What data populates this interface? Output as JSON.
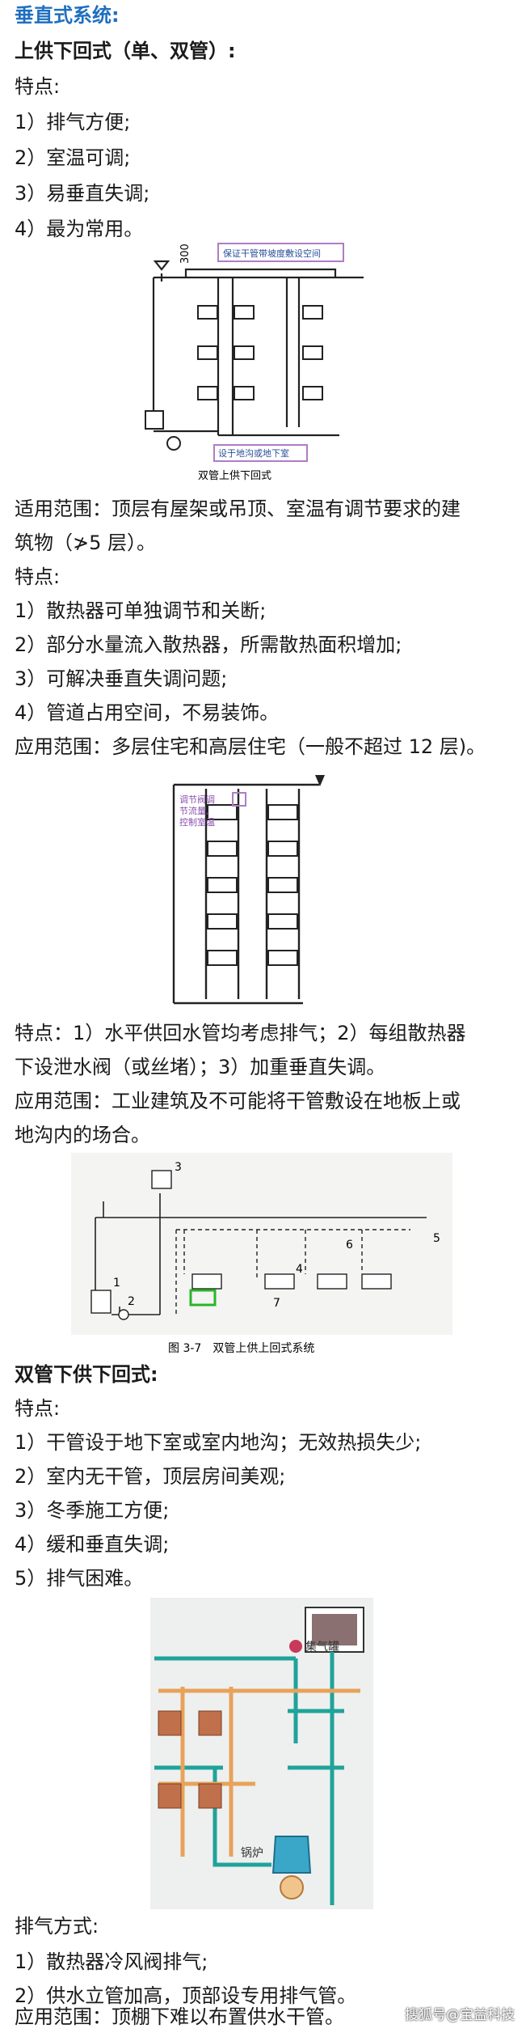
{
  "heading": "垂直式系统:",
  "section1": {
    "title": "上供下回式（单、双管）:",
    "features_label": "特点:",
    "features": [
      "1）排气方便;",
      "2）室温可调;",
      "3）易垂直失调;",
      "4）最为常用。"
    ],
    "figure1": {
      "note_top": "保证干管带坡度敷设空间",
      "note_bottom": "设于地沟或地下室",
      "dim": "300",
      "caption": "双管上供下回式"
    },
    "scope1": [
      "适用范围：顶层有屋架或吊顶、室温有调节要求的建",
      "筑物（≯5 层）。"
    ],
    "features2_label": "特点:",
    "features2": [
      "1）散热器可单独调节和关断;",
      "2）部分水量流入散热器，所需散热面积增加;",
      "3）可解决垂直失调问题;",
      "4）管道占用空间，不易装饰。"
    ],
    "scope2": "应用范围：多层住宅和高层住宅（一般不超过 12 层)。",
    "figure2": {
      "note": [
        "调节阀调",
        "节流量,",
        "控制室温"
      ]
    },
    "features3": [
      "特点：1）水平供回水管均考虑排气；2）每组散热器",
      "下设泄水阀（或丝堵）；3）加重垂直失调。"
    ],
    "scope3": [
      "应用范围：工业建筑及不可能将干管敷设在地板上或",
      "地沟内的场合。"
    ],
    "figure3": {
      "labels": [
        "1",
        "2",
        "3",
        "4",
        "5",
        "6",
        "7"
      ],
      "caption": "图 3-7　双管上供上回式系统"
    }
  },
  "section2": {
    "title": "双管下供下回式:",
    "features_label": "特点:",
    "features": [
      "1）干管设于地下室或室内地沟；无效热损失少;",
      "2）室内无干管，顶层房间美观;",
      "3）冬季施工方便;",
      "4）缓和垂直失调;",
      "5）排气困难。"
    ],
    "figure4": {
      "label_tank": "集气罐",
      "label_boiler": "锅炉"
    },
    "exhaust_label": "排气方式:",
    "exhaust": [
      "1）散热器冷风阀排气;",
      "2）供水立管加高，顶部设专用排气管。"
    ],
    "scope": "应用范围：顶棚下难以布置供水干管。"
  },
  "watermark": "搜狐号@宝益科技",
  "colors": {
    "heading": "#1f6fbf",
    "note_border": "#b07cc6",
    "pipe_teal": "#1fa39a",
    "pipe_orange": "#e8a25a"
  }
}
